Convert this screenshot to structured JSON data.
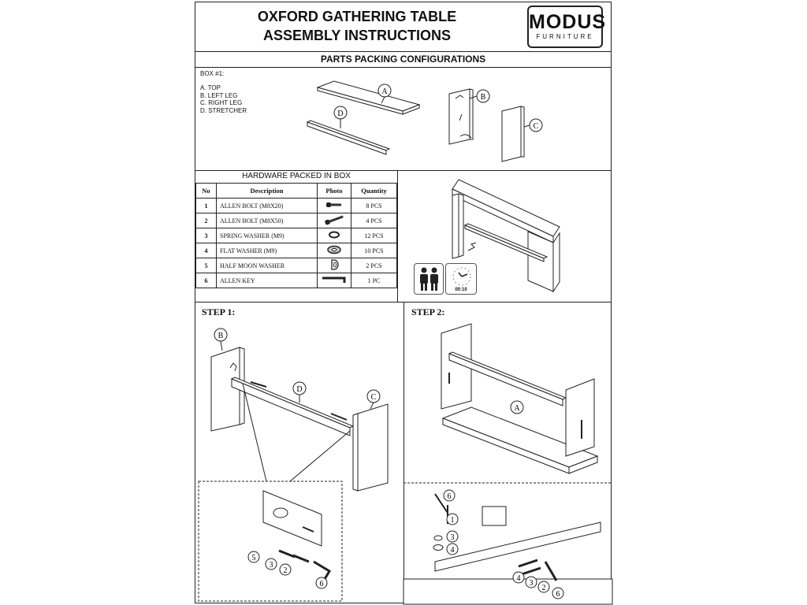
{
  "header": {
    "title_line1": "OXFORD GATHERING TABLE",
    "title_line2": "ASSEMBLY INSTRUCTIONS",
    "logo_main": "MODUS",
    "logo_sub": "FURNITURE"
  },
  "packing": {
    "heading": "PARTS PACKING CONFIGURATIONS",
    "box_label": "BOX #1:",
    "parts": [
      "A. TOP",
      "B. LEFT LEG",
      "C. RIGHT LEG",
      "D. STRETCHER"
    ],
    "callouts": [
      "A",
      "B",
      "C",
      "D"
    ]
  },
  "hardware": {
    "heading": "HARDWARE  PACKED IN BOX",
    "columns": [
      "No",
      "Description",
      "Photo",
      "Quantity"
    ],
    "rows": [
      {
        "no": "1",
        "desc": "ALLEN BOLT (M8X20)",
        "icon": "short-bolt-icon",
        "qty": "8 PCS"
      },
      {
        "no": "2",
        "desc": "ALLEN BOLT (M8X50)",
        "icon": "long-bolt-icon",
        "qty": "4 PCS"
      },
      {
        "no": "3",
        "desc": "SPRING WASHER (M9)",
        "icon": "spring-washer-icon",
        "qty": "12 PCS"
      },
      {
        "no": "4",
        "desc": "FLAT WASHER (M9)",
        "icon": "flat-washer-icon",
        "qty": "10 PCS"
      },
      {
        "no": "5",
        "desc": "HALF MOON WASHER",
        "icon": "half-moon-washer-icon",
        "qty": "2 PCS"
      },
      {
        "no": "6",
        "desc": "ALLEN KEY",
        "icon": "allen-key-icon",
        "qty": "1 PC"
      }
    ],
    "time_label": "00:10"
  },
  "steps": {
    "step1_label": "STEP 1:",
    "step2_label": "STEP 2:",
    "step1_callouts": [
      "B",
      "D",
      "C"
    ],
    "step1_detail_callouts": [
      "5",
      "3",
      "2",
      "6"
    ],
    "step2_callouts": [
      "A"
    ],
    "step2_detail_callouts": [
      "6",
      "1",
      "3",
      "4",
      "4",
      "3",
      "2",
      "6"
    ]
  }
}
